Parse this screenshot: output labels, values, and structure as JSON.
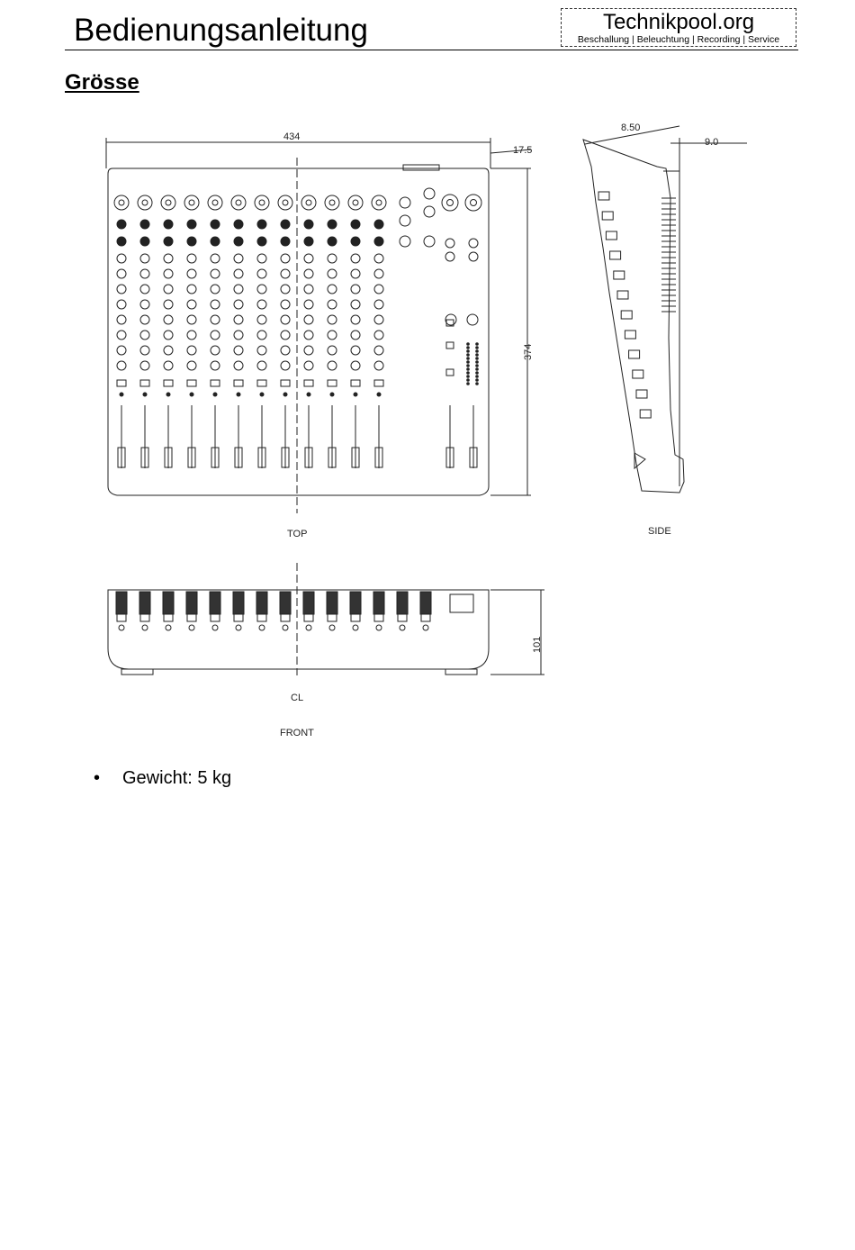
{
  "header": {
    "title": "Bedienungsanleitung",
    "logo_name": "Technikpool.org",
    "logo_tagline": "Beschallung | Beleuchtung | Recording | Service"
  },
  "section": {
    "heading": "Grösse"
  },
  "drawing": {
    "dim_width": "434",
    "dim_depth": "374",
    "dim_height": "101",
    "dim_offset_1": "17.5",
    "dim_offset_2": "8.50",
    "dim_offset_3": "9.0",
    "label_top": "TOP",
    "label_side": "SIDE",
    "label_cl": "CL",
    "label_front": "FRONT"
  },
  "specs": [
    {
      "bullet": "•",
      "text": "Gewicht: 5 kg"
    }
  ]
}
